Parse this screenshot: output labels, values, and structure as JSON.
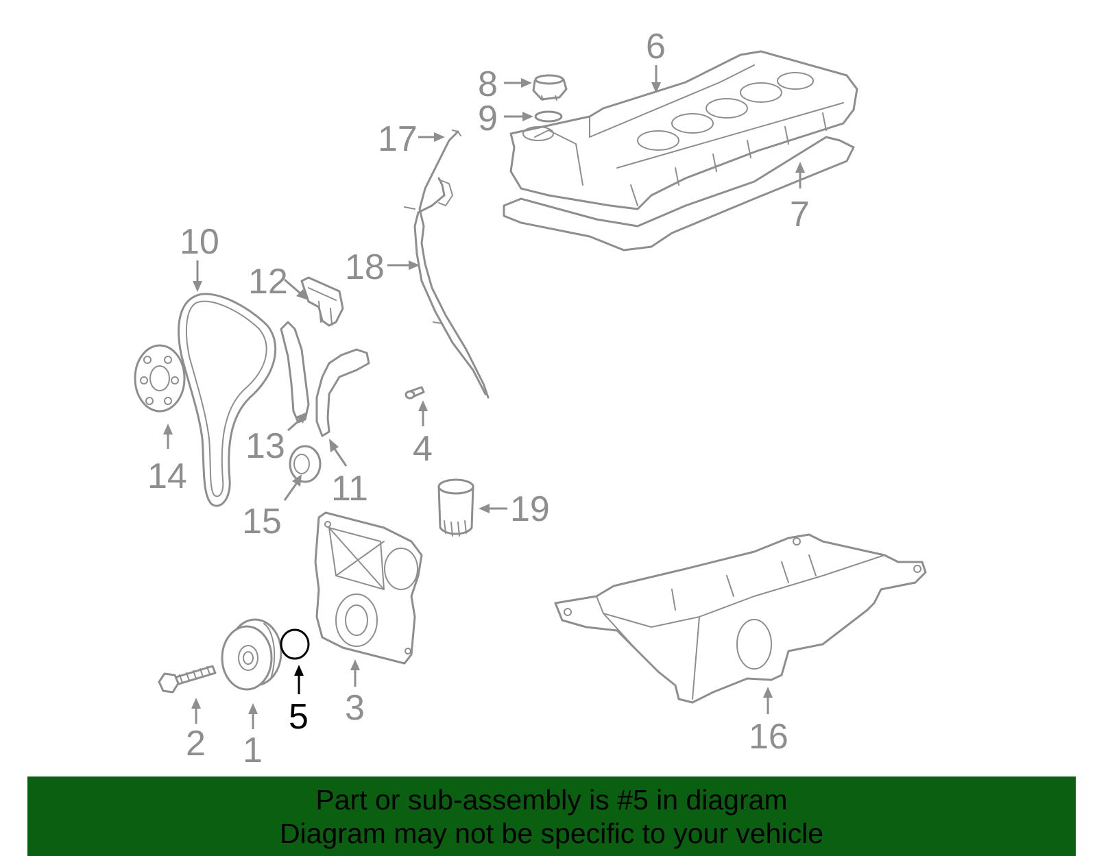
{
  "banner": {
    "line1": "Part or sub-assembly is #5 in diagram",
    "line2": "Diagram may not be specific to your vehicle"
  },
  "highlight_color": "#000000",
  "part_color": "#8e8e8e",
  "banner_color": "#0a6010",
  "highlighted_part": "5",
  "callouts": {
    "c1": "1",
    "c2": "2",
    "c3": "3",
    "c4": "4",
    "c5": "5",
    "c6": "6",
    "c7": "7",
    "c8": "8",
    "c9": "9",
    "c10": "10",
    "c11": "11",
    "c12": "12",
    "c13": "13",
    "c14": "14",
    "c15": "15",
    "c16": "16",
    "c17": "17",
    "c18": "18",
    "c19": "19"
  }
}
